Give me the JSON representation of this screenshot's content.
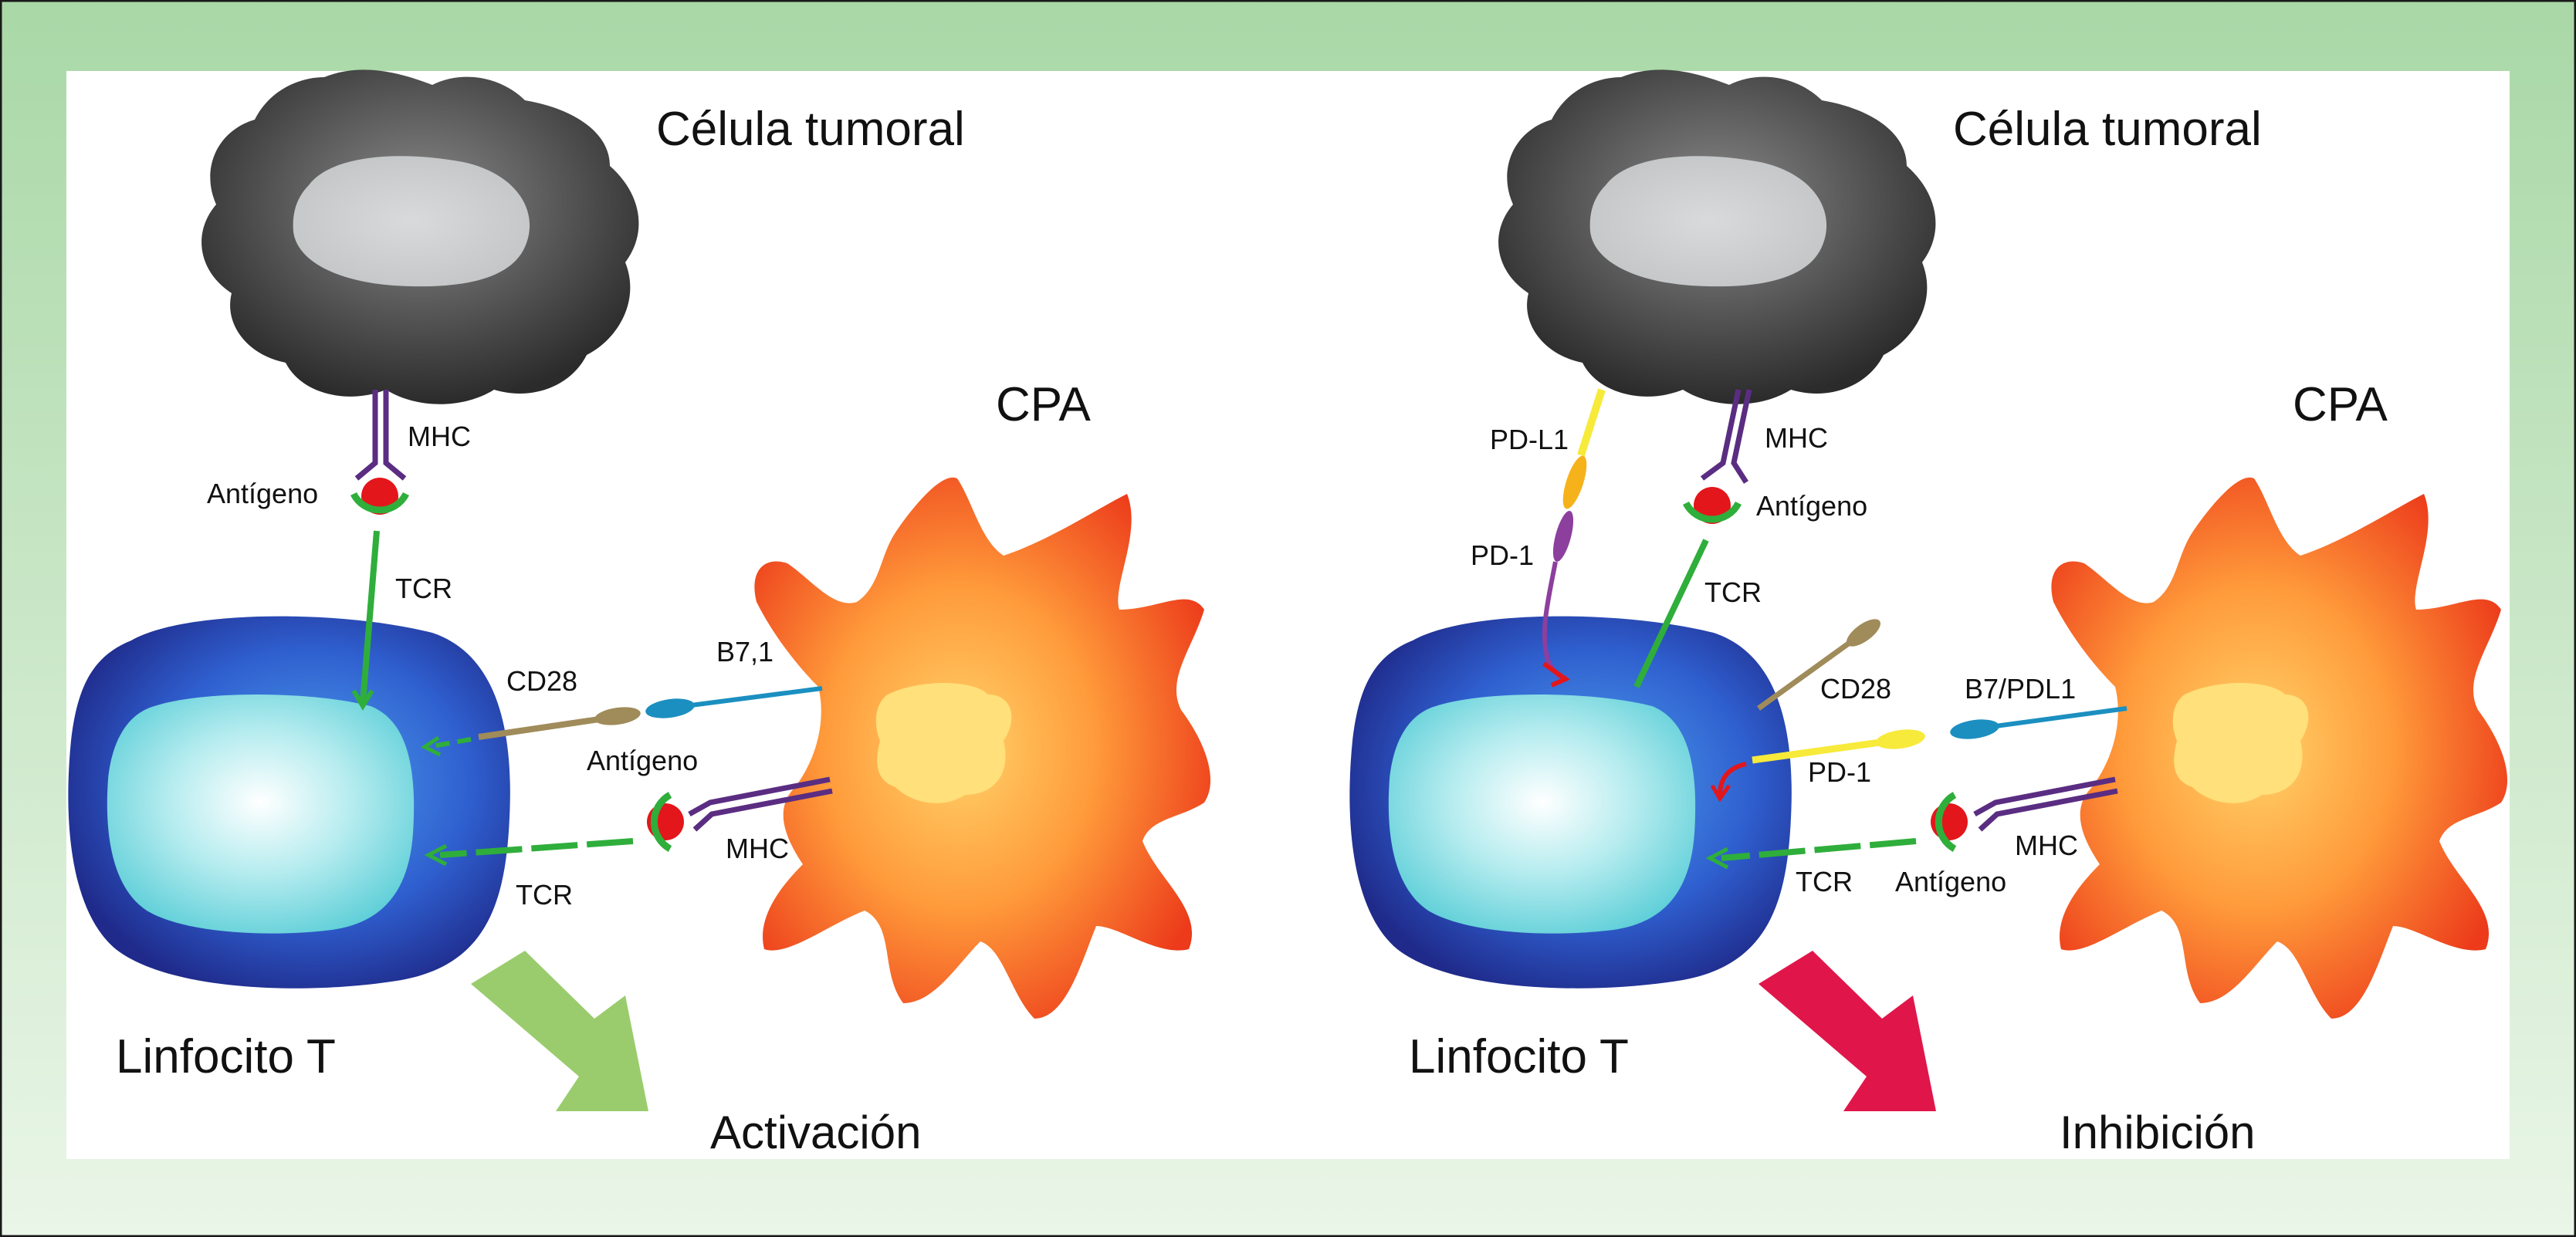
{
  "panels": {
    "left": {
      "tumor_label": "Célula tumoral",
      "apc_label": "CPA",
      "tcell_label": "Linfocito T",
      "outcome_label": "Activación",
      "mhc_top": "MHC",
      "antigen_top": "Antígeno",
      "tcr_top": "TCR",
      "cd28": "CD28",
      "b71": "B7,1",
      "antigen_bottom": "Antígeno",
      "mhc_bottom": "MHC",
      "tcr_bottom": "TCR"
    },
    "right": {
      "tumor_label": "Célula tumoral",
      "apc_label": "CPA",
      "tcell_label": "Linfocito T",
      "outcome_label": "Inhibición",
      "pdl1": "PD-L1",
      "pd1_top": "PD-1",
      "mhc_top": "MHC",
      "antigen_top": "Antígeno",
      "tcr_top": "TCR",
      "cd28": "CD28",
      "b7pdl1": "B7/PDL1",
      "pd1_bottom": "PD-1",
      "mhc_bottom": "MHC",
      "tcr_bottom": "TCR",
      "antigen_bottom": "Antígeno"
    }
  },
  "colors": {
    "frame_green": "#b2dcb0",
    "activation_arrow": "#9acc6e",
    "inhibition_arrow": "#e0164a",
    "tcr_green": "#2fae3b",
    "antigen_red": "#e3161b",
    "mhc_purple": "#5a2d82"
  }
}
